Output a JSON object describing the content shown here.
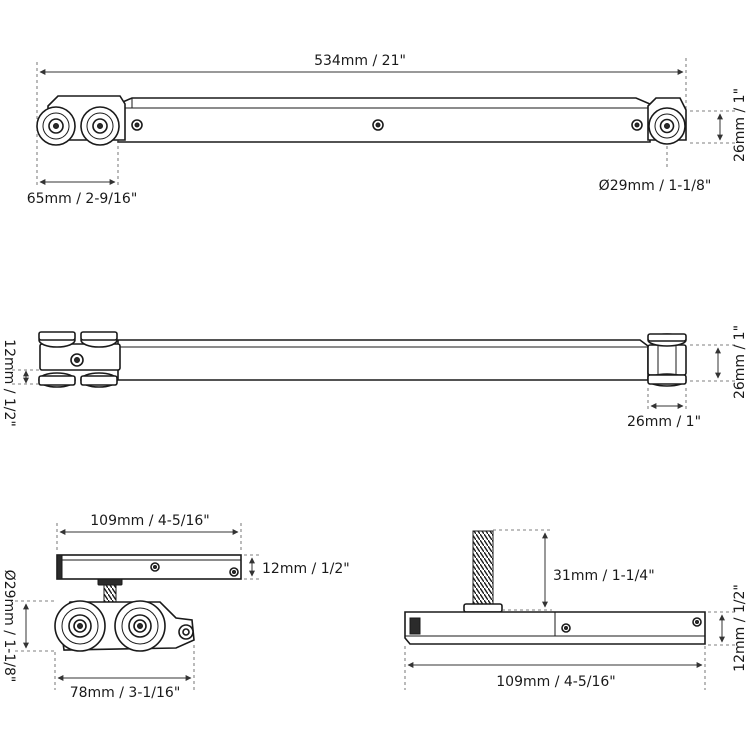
{
  "dimensions": {
    "top_length": "534mm / 21\"",
    "top_height": "26mm / 1\"",
    "top_wheel_spacing": "65mm / 2-9/16\"",
    "top_wheel_diameter": "Ø29mm / 1-1/8\"",
    "mid_gap": "12mm / 1/2\"",
    "mid_height": "26mm / 1\"",
    "mid_width": "26mm / 1\"",
    "bl_plate_length": "109mm / 4-5/16\"",
    "bl_plate_thickness": "12mm / 1/2\"",
    "bl_wheel_diameter": "Ø29mm / 1-1/8\"",
    "bl_carriage_length": "78mm / 3-1/16\"",
    "br_bolt_height": "31mm / 1-1/4\"",
    "br_plate_thickness": "12mm / 1/2\"",
    "br_plate_length": "109mm / 4-5/16\""
  },
  "colors": {
    "line": "#1a1a1a",
    "dimension": "#333333",
    "background": "#ffffff"
  }
}
